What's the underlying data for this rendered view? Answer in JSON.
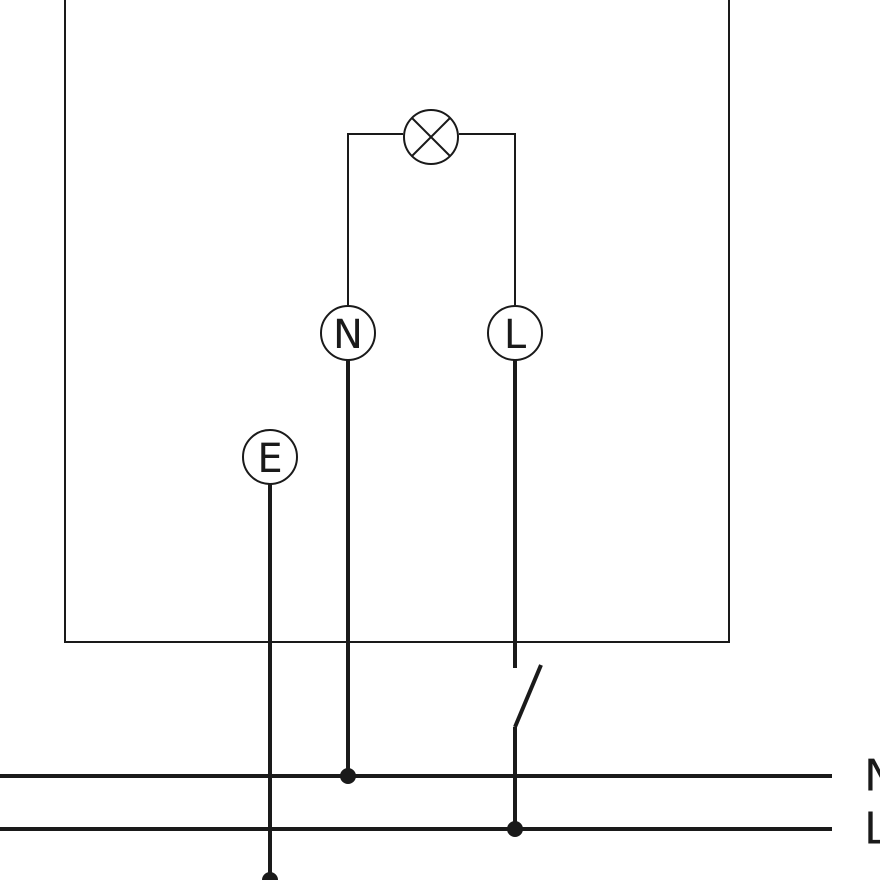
{
  "terminals": {
    "neutral": "N",
    "live": "L",
    "earth": "E"
  },
  "rails": {
    "neutral": "N",
    "live": "L"
  },
  "colors": {
    "line": "#1a1a1a",
    "background": "#ffffff"
  }
}
